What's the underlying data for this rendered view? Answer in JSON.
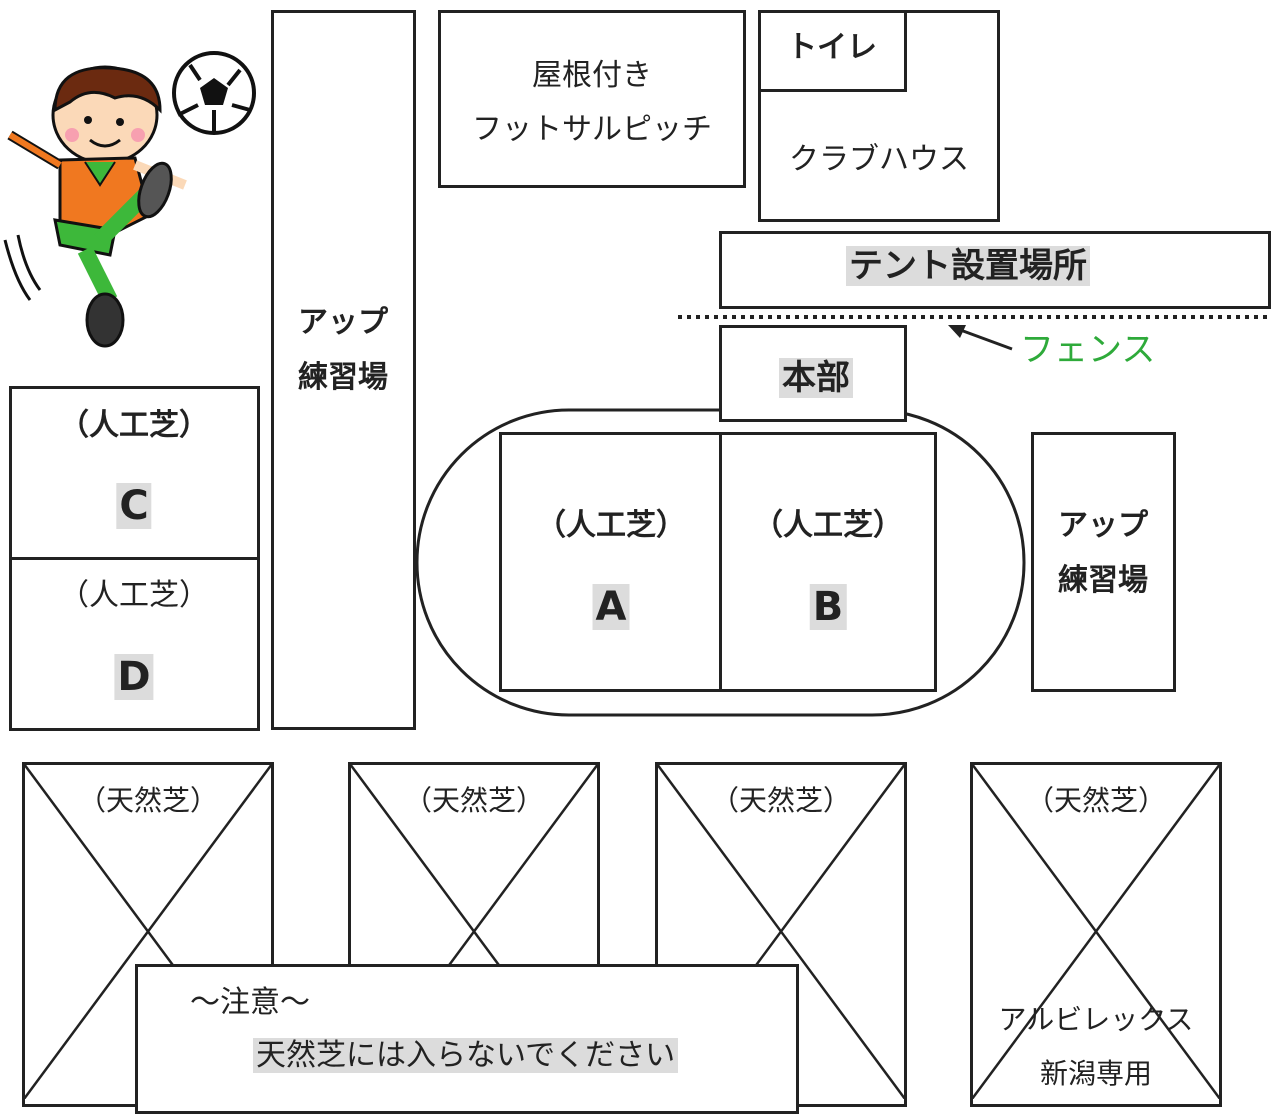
{
  "futsal": {
    "line1": "屋根付き",
    "line2": "フットサルピッチ"
  },
  "toilet": "トイレ",
  "clubhouse": "クラブハウス",
  "tent": "テント設置場所",
  "fence": {
    "label": "フェンス",
    "color": "#2eaa3a"
  },
  "hq": "本部",
  "warmup_left": {
    "line1": "アップ",
    "line2": "練習場"
  },
  "warmup_right": {
    "line1": "アップ",
    "line2": "練習場"
  },
  "fields": {
    "a": {
      "surface": "（人工芝）",
      "letter": "A"
    },
    "b": {
      "surface": "（人工芝）",
      "letter": "B"
    },
    "c": {
      "surface": "（人工芝）",
      "letter": "C"
    },
    "d": {
      "surface": "（人工芝）",
      "letter": "D"
    }
  },
  "natural": {
    "f1": "（天然芝）",
    "f2": "（天然芝）",
    "f3": "（天然芝）",
    "f4": "（天然芝）",
    "f4_note1": "アルビレックス",
    "f4_note2": "新潟専用"
  },
  "notice": {
    "title": "～注意～",
    "body": "天然芝には入らないでください"
  },
  "illustration": "soccer-player-kicking-ball",
  "colors": {
    "line": "#222222",
    "highlight": "#dcdcdc",
    "player_shirt": "#f07820",
    "player_accent": "#3db83a"
  }
}
